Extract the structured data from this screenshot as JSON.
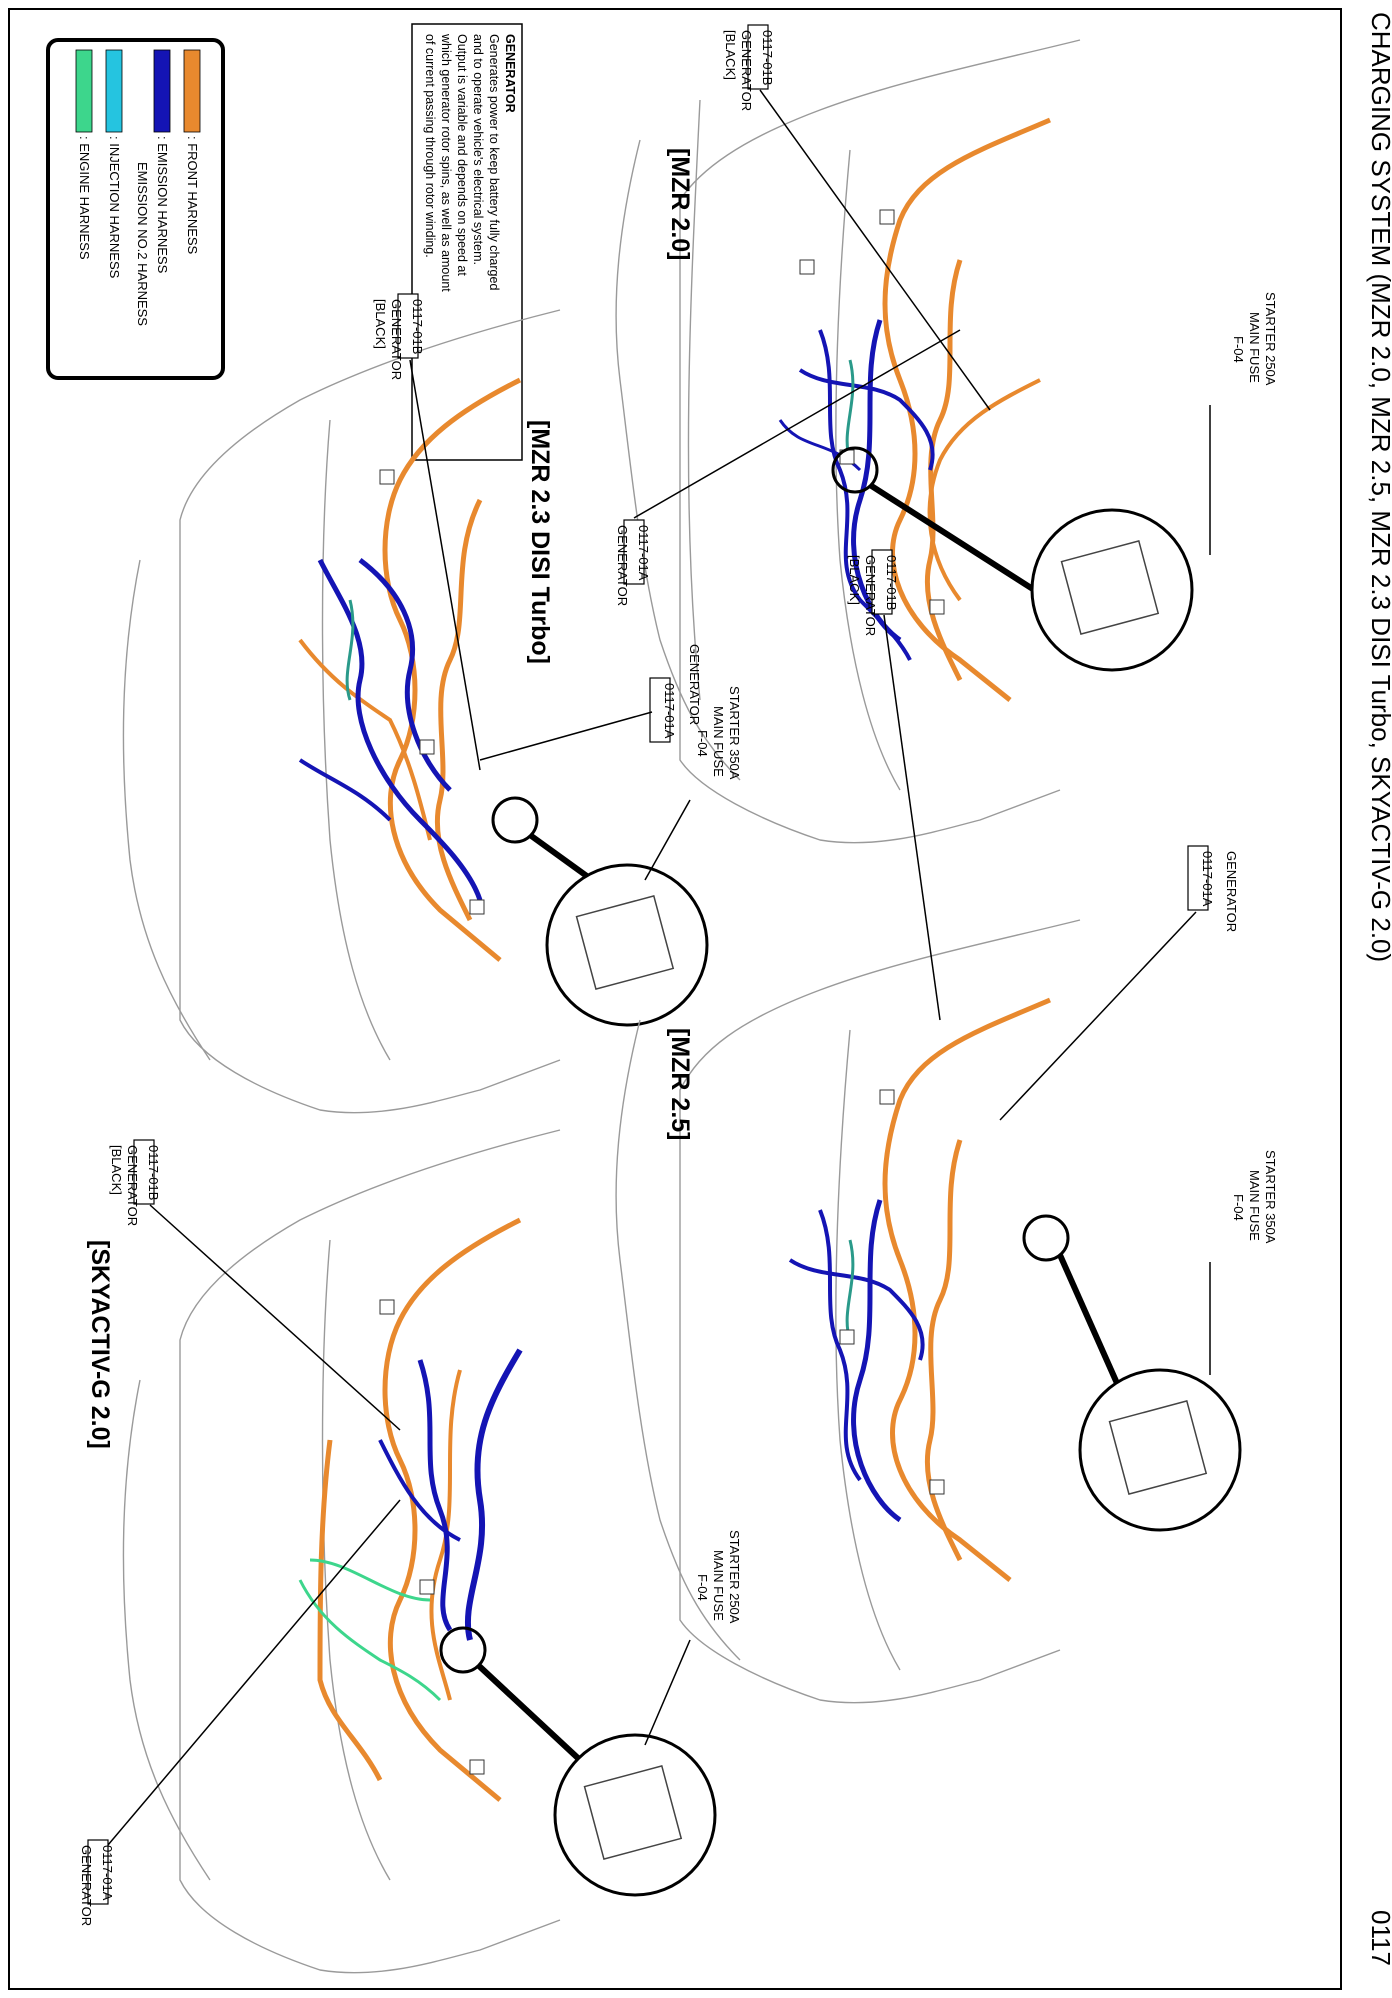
{
  "page": {
    "title": "CHARGING SYSTEM (MZR 2.0, MZR 2.5, MZR 2.3 DISI Turbo, SKYACTIV-G 2.0)",
    "page_number": "0117"
  },
  "legend": {
    "items": [
      {
        "color": "#e8892e",
        "label": ": FRONT HARNESS"
      },
      {
        "color": "#1414b4",
        "label": ": EMISSION HARNESS"
      },
      {
        "color": "#1414b4",
        "label": "EMISSION NO.2 HARNESS"
      },
      {
        "color": "#25c4e0",
        "label": ": INJECTION HARNESS"
      },
      {
        "color": "#3dd68c",
        "label": ": ENGINE HARNESS"
      }
    ]
  },
  "description": {
    "heading": "GENERATOR",
    "lines": [
      "Generates power to keep battery fully charged",
      "and to operate vehicle's electrical system.",
      "Output is variable and depends on speed at",
      "which generator rotor spins, as well as amount",
      "of current passing through rotor winding."
    ]
  },
  "diagrams": [
    {
      "variant": "[MZR 2.0]",
      "connector_b": {
        "code": "0117-01B",
        "name": "GENERATOR",
        "color": "[BLACK]"
      },
      "connector_a": {
        "code": "0117-01A",
        "name": "GENERATOR"
      },
      "fuse": {
        "line1": "STARTER 250A",
        "line2": "MAIN FUSE",
        "line3": "F-04"
      }
    },
    {
      "variant": "[MZR 2.5]",
      "connector_b": {
        "code": "0117-01B",
        "name": "GENERATOR",
        "color": "[BLACK]"
      },
      "connector_a": {
        "code": "0117-01A",
        "name": "GENERATOR"
      },
      "fuse": {
        "line1": "STARTER 350A",
        "line2": "MAIN FUSE",
        "line3": "F-04"
      }
    },
    {
      "variant": "[MZR 2.3 DISI Turbo]",
      "connector_b": {
        "code": "0117-01B",
        "name": "GENERATOR",
        "color": "[BLACK]"
      },
      "connector_a": {
        "code": "0117-01A",
        "name": "GENERATOR"
      },
      "fuse": {
        "line1": "STARTER 350A",
        "line2": "MAIN FUSE",
        "line3": "F-04"
      }
    },
    {
      "variant": "[SKYACTIV-G 2.0]",
      "connector_b": {
        "code": "0117-01B",
        "name": "GENERATOR",
        "color": "[BLACK]"
      },
      "connector_a": {
        "code": "0117-01A",
        "name": "GENERATOR"
      },
      "fuse": {
        "line1": "STARTER 250A",
        "line2": "MAIN FUSE",
        "line3": "F-04"
      }
    }
  ],
  "colors": {
    "front_harness": "#e8892e",
    "emission_harness": "#1414b4",
    "injection_harness": "#25c4e0",
    "engine_harness": "#3dd68c"
  }
}
